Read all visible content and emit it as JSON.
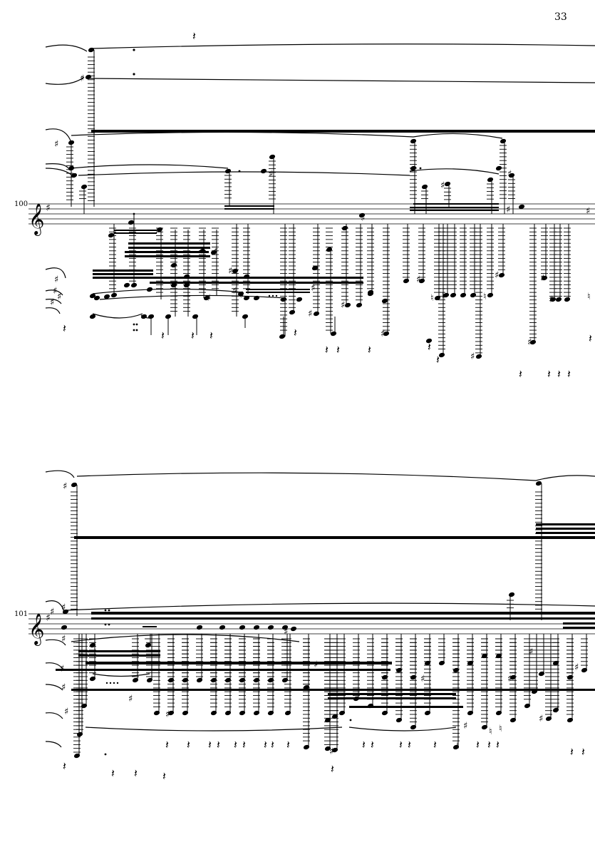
{
  "page": {
    "number": "33"
  },
  "systems": [
    {
      "measure_number": "100"
    },
    {
      "measure_number": "101"
    }
  ],
  "symbols": {
    "sharp": "♯",
    "natural": "♮",
    "rest": "𝄽",
    "treble_clef": "𝄞"
  }
}
